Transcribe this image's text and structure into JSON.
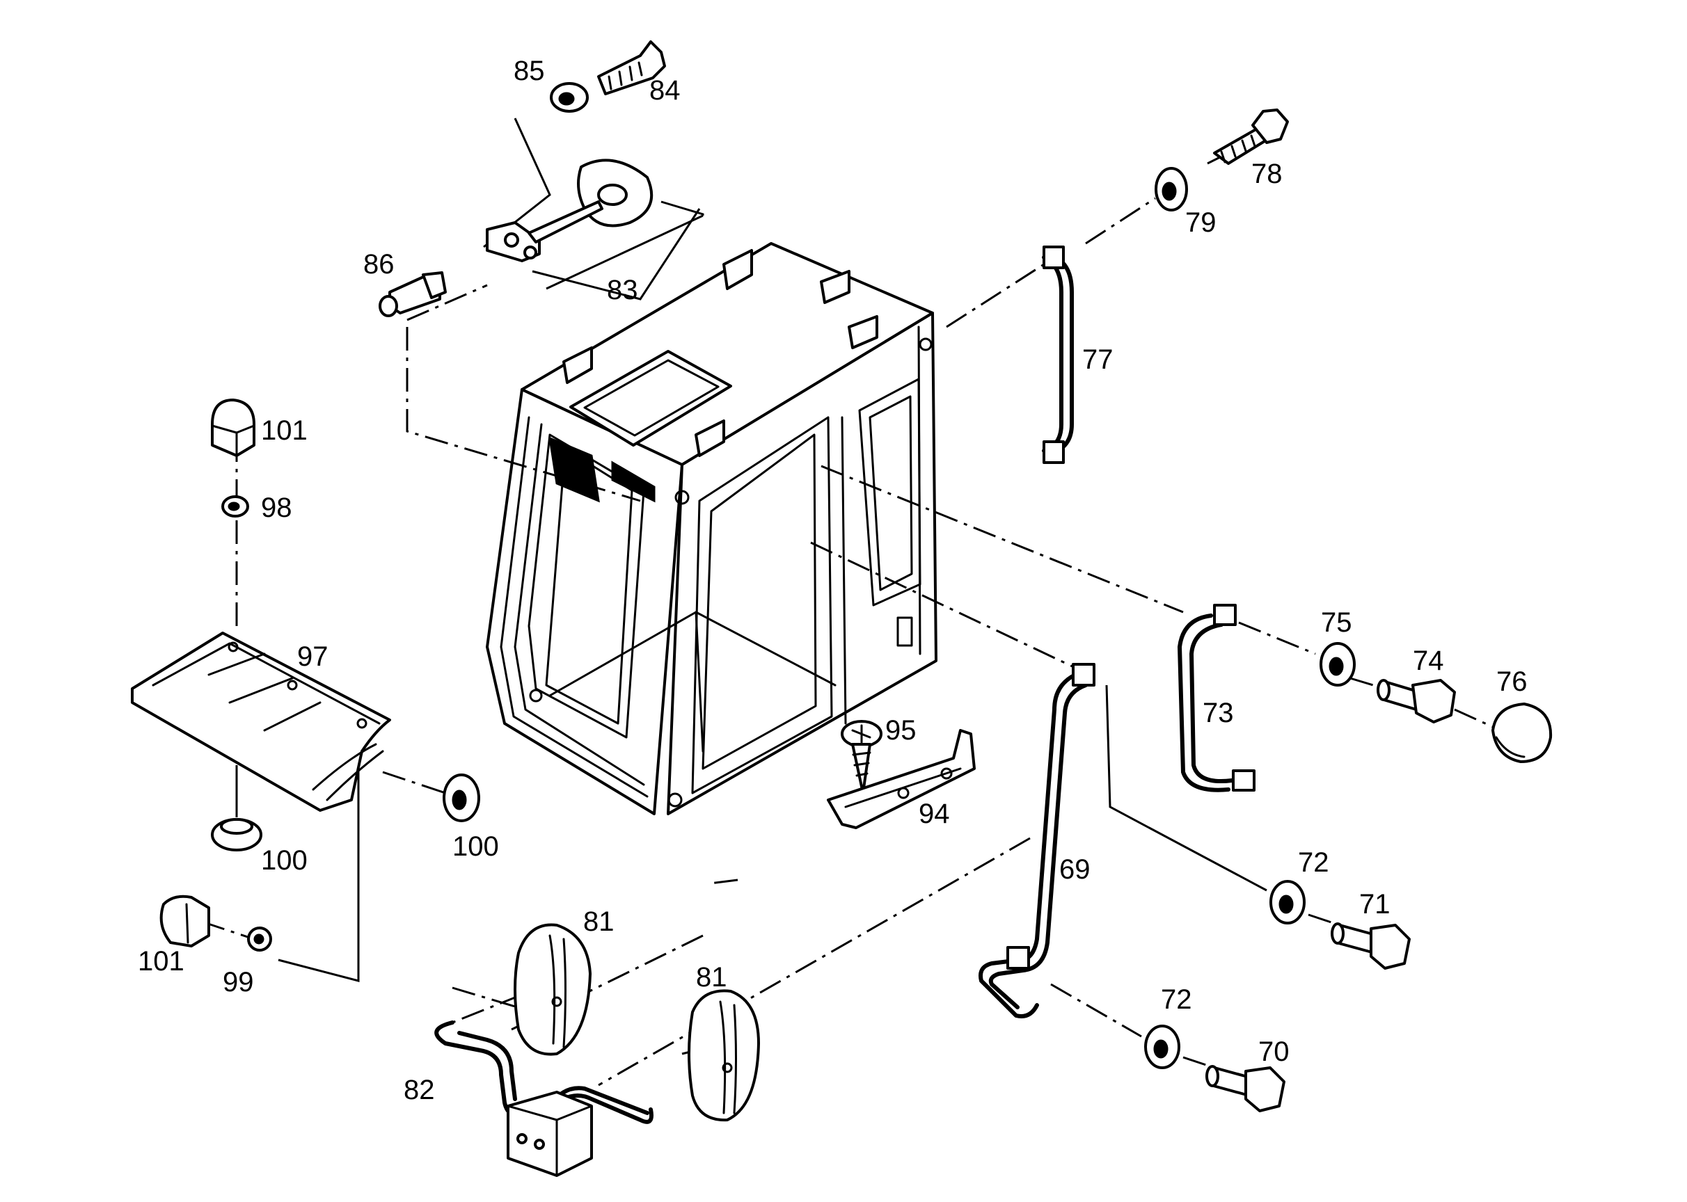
{
  "callouts": {
    "c69": "69",
    "c70": "70",
    "c71": "71",
    "c72a": "72",
    "c72b": "72",
    "c73": "73",
    "c74": "74",
    "c75": "75",
    "c76": "76",
    "c77": "77",
    "c78": "78",
    "c79": "79",
    "c81a": "81",
    "c81b": "81",
    "c82": "82",
    "c83": "83",
    "c84": "84",
    "c85": "85",
    "c86": "86",
    "c94": "94",
    "c95": "95",
    "c97": "97",
    "c98": "98",
    "c99": "99",
    "c100a": "100",
    "c100b": "100",
    "c101a": "101",
    "c101b": "101"
  },
  "colors": {
    "ink": "#000000",
    "paper": "#ffffff"
  }
}
